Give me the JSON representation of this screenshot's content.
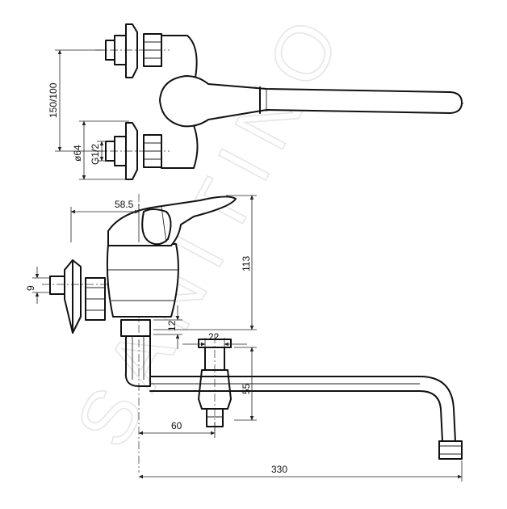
{
  "watermark": "SANITINO",
  "dimensions": {
    "spacing": "150/100",
    "diameter": "ø64",
    "thread": "G1/2",
    "offset_top": "58.5",
    "height": "113",
    "pipe": "9",
    "gap": "12",
    "nut_width": "22",
    "drop": "55",
    "depth": "60",
    "reach": "330"
  }
}
